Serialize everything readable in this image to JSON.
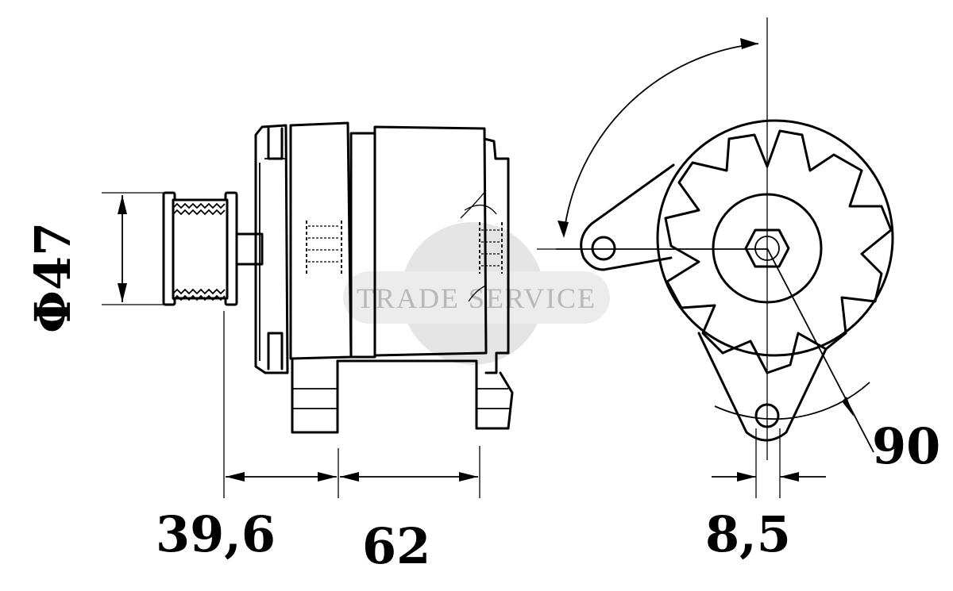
{
  "dimensions": {
    "pulley_diameter": "Φ47",
    "pulley_offset": "39,6",
    "mount_spacing": "62",
    "mount_width": "8,5",
    "mount_angle": "90"
  },
  "watermark": {
    "text": "TRADE SERVICE",
    "color": "#b8b8b8",
    "disc_color": "#e2e2e2"
  },
  "line_color": "#000000",
  "background": "#ffffff"
}
